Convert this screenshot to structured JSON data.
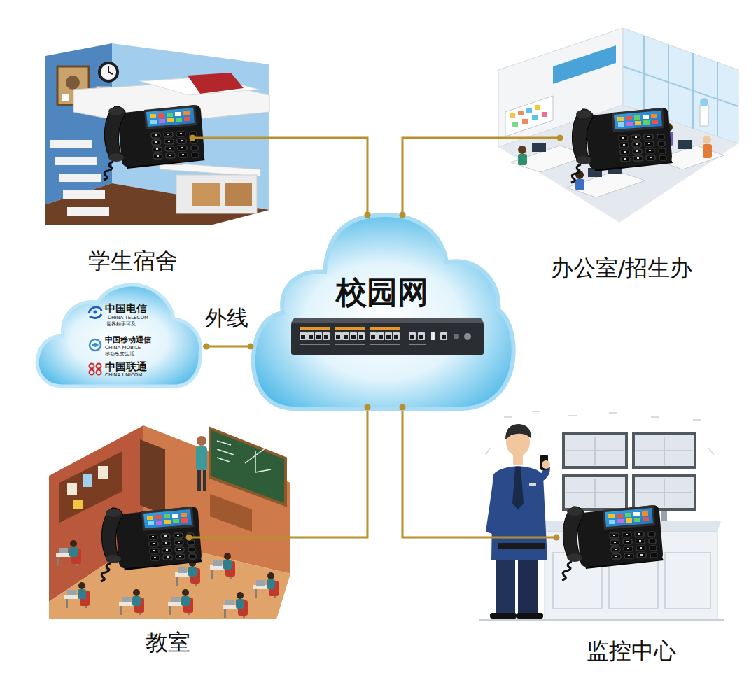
{
  "diagram": {
    "nodes": [
      {
        "text": [
          "校园网"
        ]
      },
      {
        "text": [
          "学生宿舍"
        ]
      },
      {
        "text": [
          "办公室/招生办"
        ]
      },
      {
        "text": [
          "教室"
        ]
      },
      {
        "text": [
          "监控中心"
        ]
      },
      {
        "text": [
          "中国电信",
          "CHINA TELECOM",
          "世界触手可及",
          "中国移动通信",
          "CHINA MOBILE",
          "移动改变生活",
          "中国联通",
          "CHINA UNICOM"
        ]
      }
    ],
    "edges": [
      {
        "from": 1,
        "to": 0,
        "arrow": "none"
      },
      {
        "from": 2,
        "to": 0,
        "arrow": "none"
      },
      {
        "from": 3,
        "to": 0,
        "arrow": "none"
      },
      {
        "from": 4,
        "to": 0,
        "arrow": "none"
      },
      {
        "from": 5,
        "to": 0,
        "arrow": "none",
        "label": "外线"
      }
    ]
  }
}
